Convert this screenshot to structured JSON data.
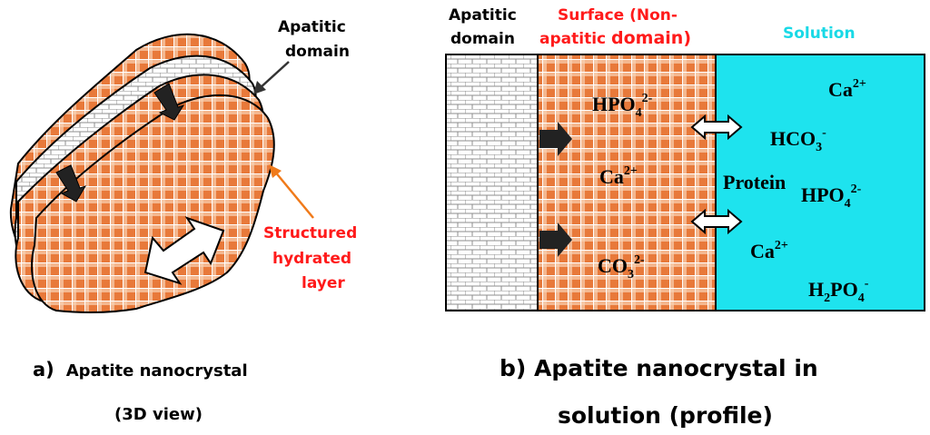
{
  "colors": {
    "apatite_orange": "#e8793a",
    "brick_gray": "#9e9e9e",
    "solution_cyan": "#1ee3ee",
    "label_red": "#ff1a1a",
    "label_cyan": "#19d9e6",
    "arrow_orange": "#f07a1a",
    "outline": "#000000"
  },
  "panel_a": {
    "apatitic_domain": {
      "line1": "Apatitic",
      "line2": "domain"
    },
    "structured_layer": {
      "line1": "Structured",
      "line2": "hydrated",
      "line3": "layer"
    },
    "caption": {
      "line1_prefix": "a)",
      "line1_text": "Apatite nanocrystal",
      "line2": "(3D view)"
    }
  },
  "panel_b": {
    "header_apatitic": {
      "line1": "Apatitic",
      "line2": "domain"
    },
    "header_surface": {
      "line1": "Surface (Non-",
      "line2_part1": "apatitic ",
      "line2_part2": "domain)"
    },
    "header_solution": "Solution",
    "surface_ions": [
      {
        "base": "HPO",
        "sub": "4",
        "sup": "2-"
      },
      {
        "base": "Ca",
        "sub": "",
        "sup": "2+"
      },
      {
        "base": "CO",
        "sub": "3",
        "sup": "2-"
      }
    ],
    "solution_ions": [
      {
        "base": "Ca",
        "sub": "",
        "sup": "2+"
      },
      {
        "base": "HCO",
        "sub": "3",
        "sup": "-"
      },
      {
        "base": "HPO",
        "sub": "4",
        "sup": "2-"
      },
      {
        "base": "Ca",
        "sub": "",
        "sup": "2+"
      },
      {
        "base": "H",
        "sub": "2",
        "base2": "PO",
        "sub2": "4",
        "sup": "-"
      }
    ],
    "protein_label": "Protein",
    "caption": {
      "line1": "b) Apatite nanocrystal in",
      "line2": "solution (profile)"
    }
  }
}
